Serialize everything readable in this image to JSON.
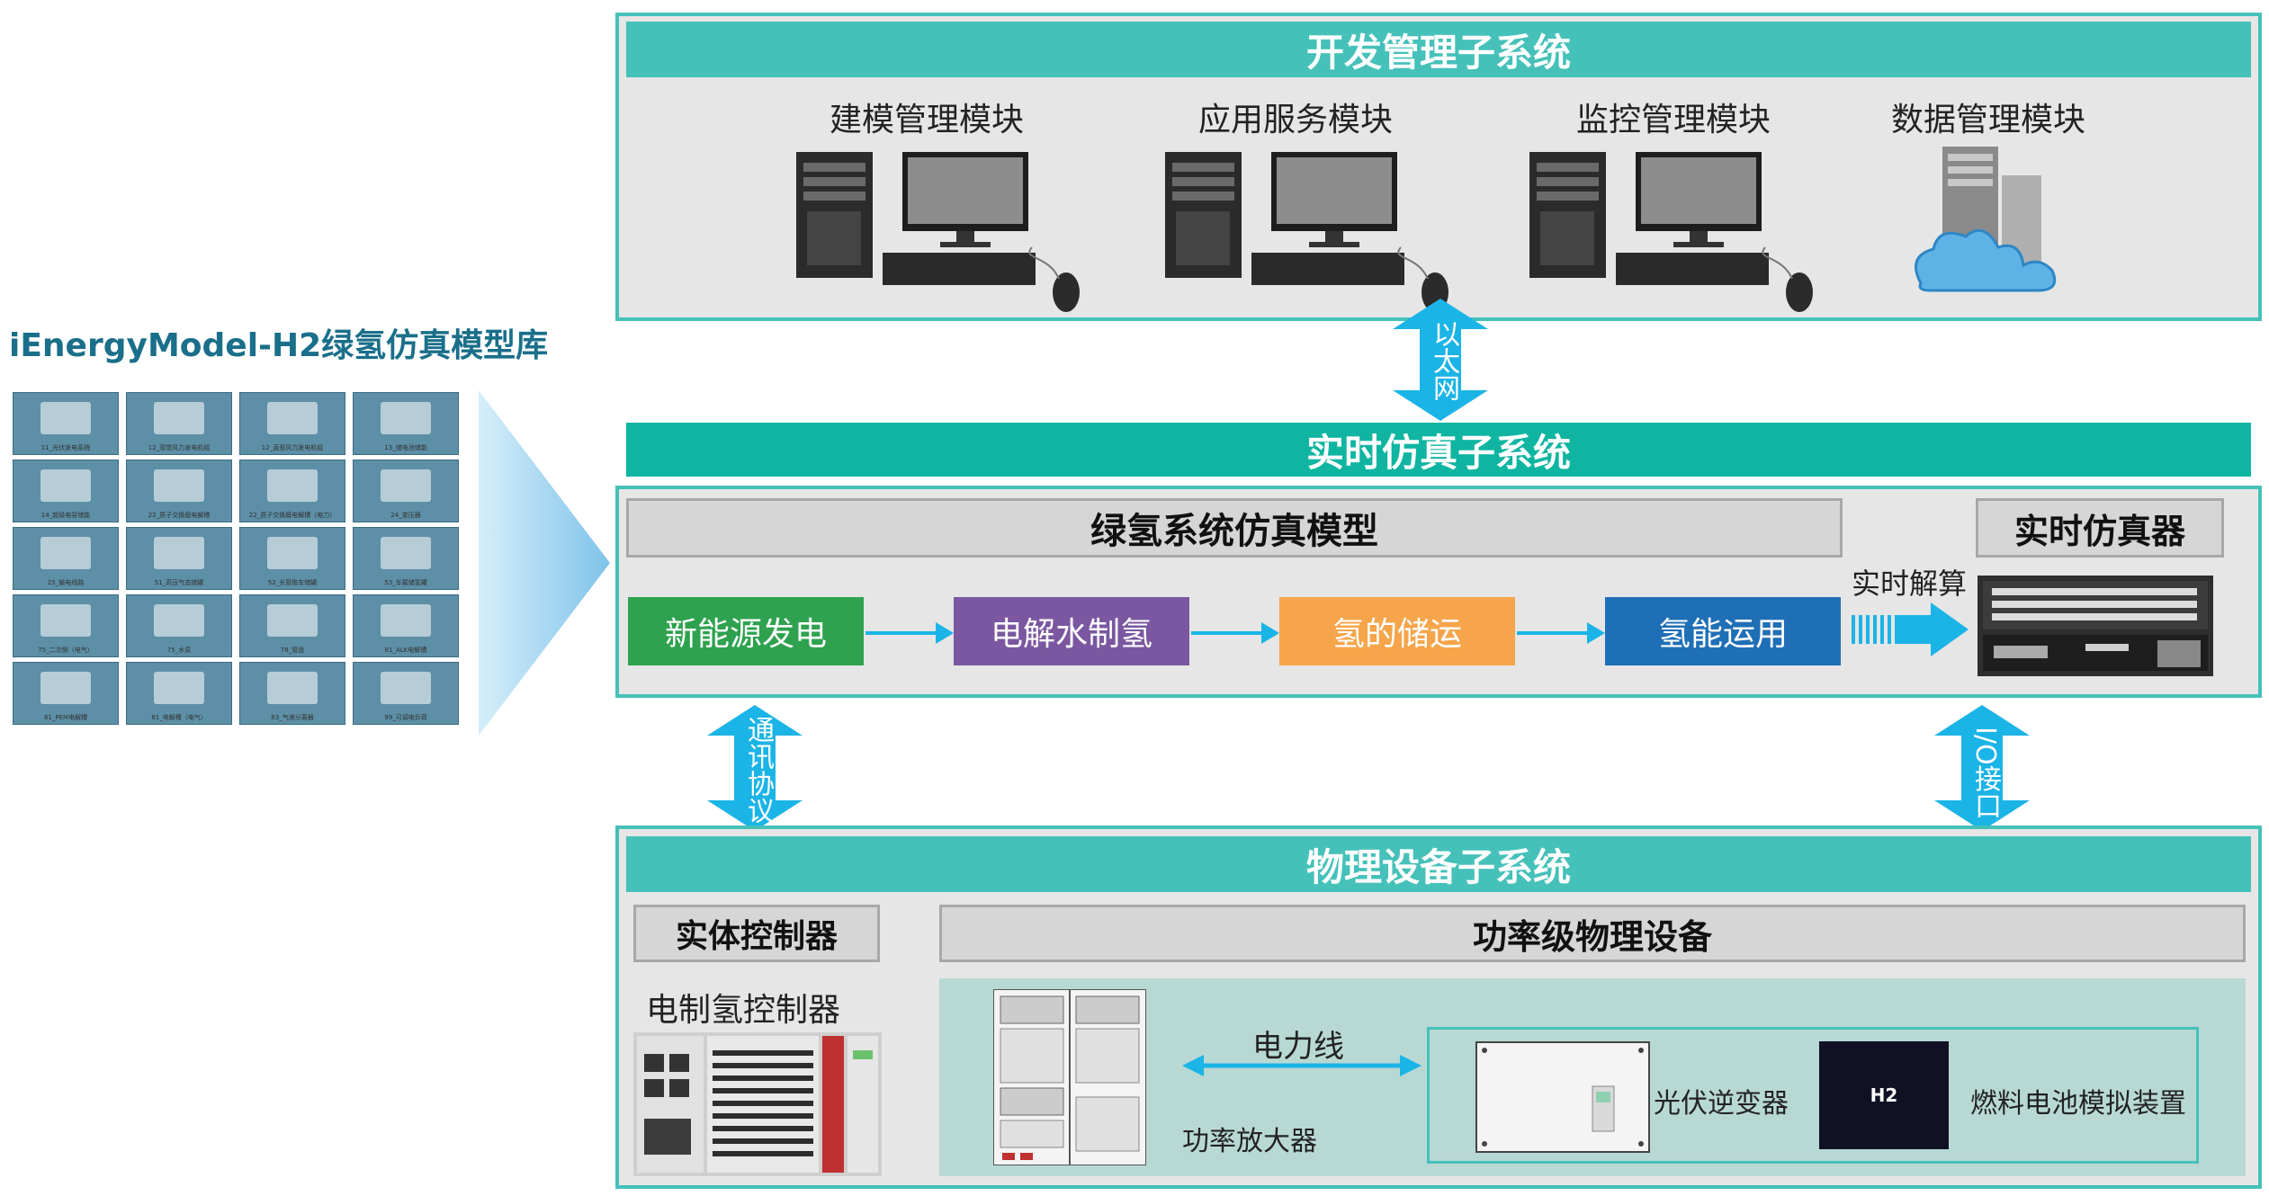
{
  "library": {
    "title": "iEnergyModel-H2绿氢仿真模型库",
    "tiles": [
      {
        "caption": "11_光伏发电系统",
        "icon": "solar-panel-icon"
      },
      {
        "caption": "12_双馈风力发电机组",
        "icon": "wind-turbine-icon"
      },
      {
        "caption": "12_直驱风力发电机组",
        "icon": "wind-turbine-icon"
      },
      {
        "caption": "13_储电池储能",
        "icon": "battery-icon"
      },
      {
        "caption": "14_超级电容储能",
        "icon": "capacitor-icon"
      },
      {
        "caption": "22_质子交换膜电解槽",
        "icon": "electrolyzer-icon"
      },
      {
        "caption": "22_质子交换膜电解槽（电力）",
        "icon": "electrolyzer-icon"
      },
      {
        "caption": "24_变压器",
        "icon": "transformer-icon"
      },
      {
        "caption": "25_输电线路",
        "icon": "transmission-tower-icon"
      },
      {
        "caption": "51_高压气态储罐",
        "icon": "tank-icon"
      },
      {
        "caption": "52_长管拖车储罐",
        "icon": "tank-icon"
      },
      {
        "caption": "53_车载储氢罐",
        "icon": "tank-icon"
      },
      {
        "caption": "75_二次侧（电气）",
        "icon": "vehicle-icon"
      },
      {
        "caption": "75_水泵",
        "icon": "pump-icon"
      },
      {
        "caption": "78_管道",
        "icon": "pipeline-icon"
      },
      {
        "caption": "81_ALK电解槽",
        "icon": "cell-icon"
      },
      {
        "caption": "81_PEM电解槽",
        "icon": "cell-icon"
      },
      {
        "caption": "81_电解槽（电气）",
        "icon": "cell-icon"
      },
      {
        "caption": "83_气液分离器",
        "icon": "separator-icon"
      },
      {
        "caption": "99_可调电负荷",
        "icon": "load-icon"
      }
    ]
  },
  "dev": {
    "title": "开发管理子系统",
    "modules": [
      "建模管理模块",
      "应用服务模块",
      "监控管理模块",
      "数据管理模块"
    ]
  },
  "links": {
    "ethernet": "以太网",
    "comm": "通讯协议",
    "io": "I/O接口"
  },
  "rt": {
    "title": "实时仿真子系统",
    "model_title": "绿氢系统仿真模型",
    "simulator_title": "实时仿真器",
    "solve_label": "实时解算",
    "steps": [
      {
        "label": "新能源发电",
        "color": "#2ea24f"
      },
      {
        "label": "电解水制氢",
        "color": "#7a57a0"
      },
      {
        "label": "氢的储运",
        "color": "#f6a54b"
      },
      {
        "label": "氢能运用",
        "color": "#1f6fb6"
      }
    ]
  },
  "phys": {
    "title": "物理设备子系统",
    "controller_title": "实体控制器",
    "power_title": "功率级物理设备",
    "controller_label": "电制氢控制器",
    "power_line": "电力线",
    "amplifier": "功率放大器",
    "inverter": "光伏逆变器",
    "fuelcell": "燃料电池模拟装置",
    "h2_badge": "H2"
  },
  "colors": {
    "teal": "#45c1b9",
    "teal_dark": "#0fb5a1",
    "arrow": "#1bb4e6"
  }
}
